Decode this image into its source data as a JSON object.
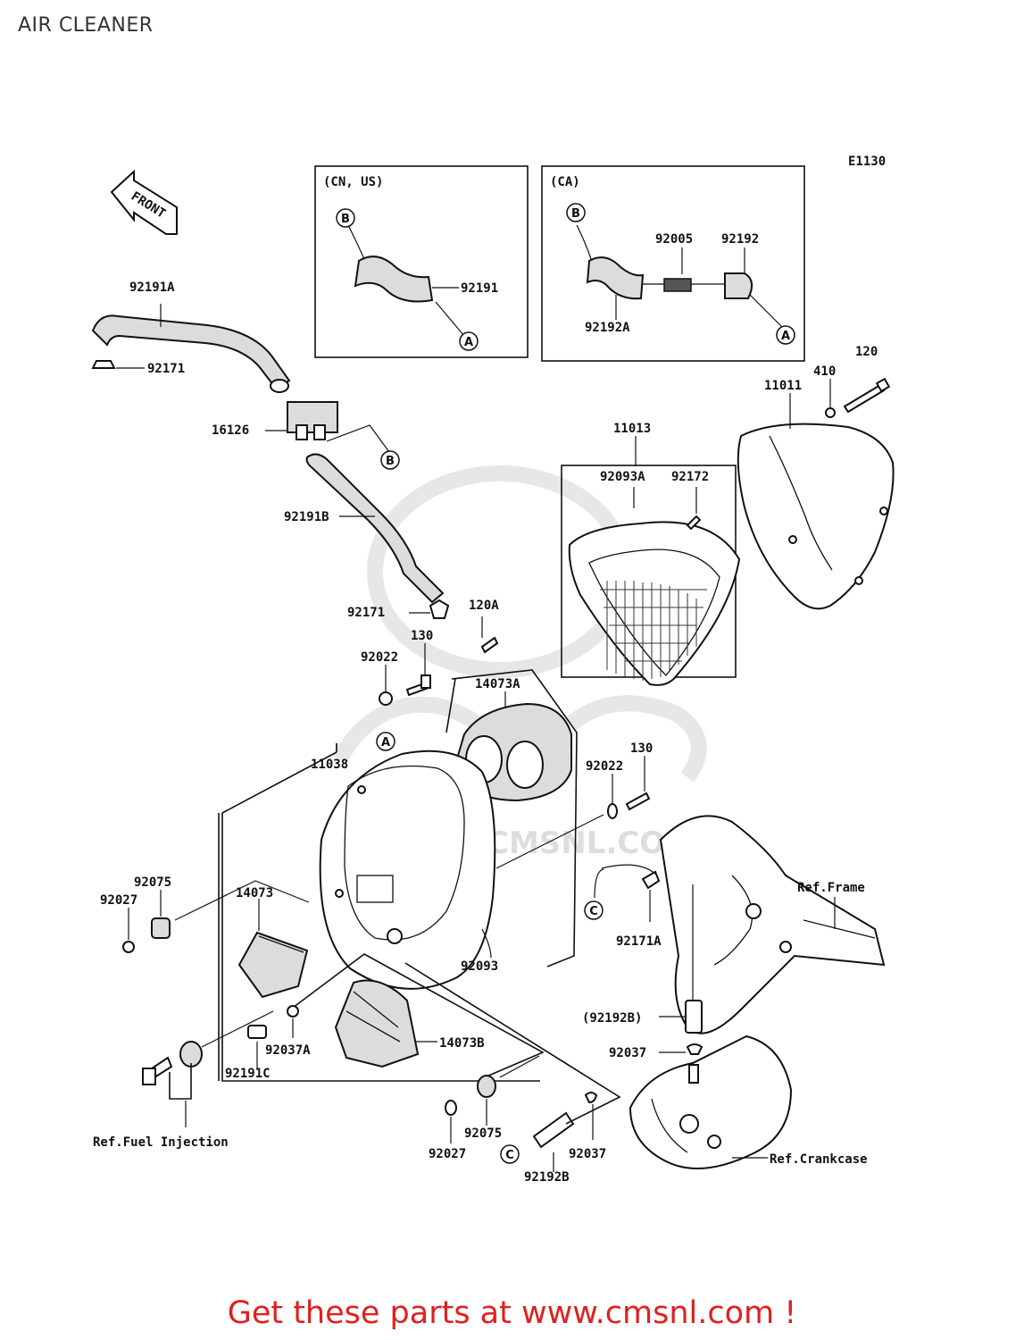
{
  "title": "AIR CLEANER",
  "diagram_code": "E1130",
  "front_label": "FRONT",
  "insets": [
    {
      "region": "(CN, US)",
      "parts": [
        "92191"
      ]
    },
    {
      "region": "(CA)",
      "parts": [
        "92005",
        "92192",
        "92192A"
      ]
    }
  ],
  "callouts": {
    "a": "A",
    "b": "B",
    "c": "C"
  },
  "parts": {
    "p92191A": "92191A",
    "p92171": "92171",
    "p16126": "16126",
    "p92191B": "92191B",
    "p92191": "92191",
    "p92005": "92005",
    "p92192": "92192",
    "p92192A": "92192A",
    "p11013": "11013",
    "p92093A": "92093A",
    "p92172": "92172",
    "p11011": "11011",
    "p410": "410",
    "p120": "120",
    "p92171b": "92171",
    "p120A": "120A",
    "p130a": "130",
    "p92022a": "92022",
    "p14073A": "14073A",
    "p11038": "11038",
    "p92022b": "92022",
    "p130b": "130",
    "p92075a": "92075",
    "p92027a": "92027",
    "p14073": "14073",
    "p92093": "92093",
    "p92171A": "92171A",
    "p92192Bp": "(92192B)",
    "p92037a": "92037",
    "p92037A": "92037A",
    "p14073B": "14073B",
    "p92191C": "92191C",
    "p92027b": "92027",
    "p92075b": "92075",
    "p92037b": "92037",
    "p92192B": "92192B"
  },
  "references": {
    "frame": "Ref.Frame",
    "fuel_injection": "Ref.Fuel Injection",
    "crankcase": "Ref.Crankcase"
  },
  "watermark": "CMSNL.COM",
  "promo": "Get these parts at www.cmsnl.com !",
  "colors": {
    "promo": "#e02020",
    "lines": "#111111",
    "watermark": "#d4d4d4"
  }
}
